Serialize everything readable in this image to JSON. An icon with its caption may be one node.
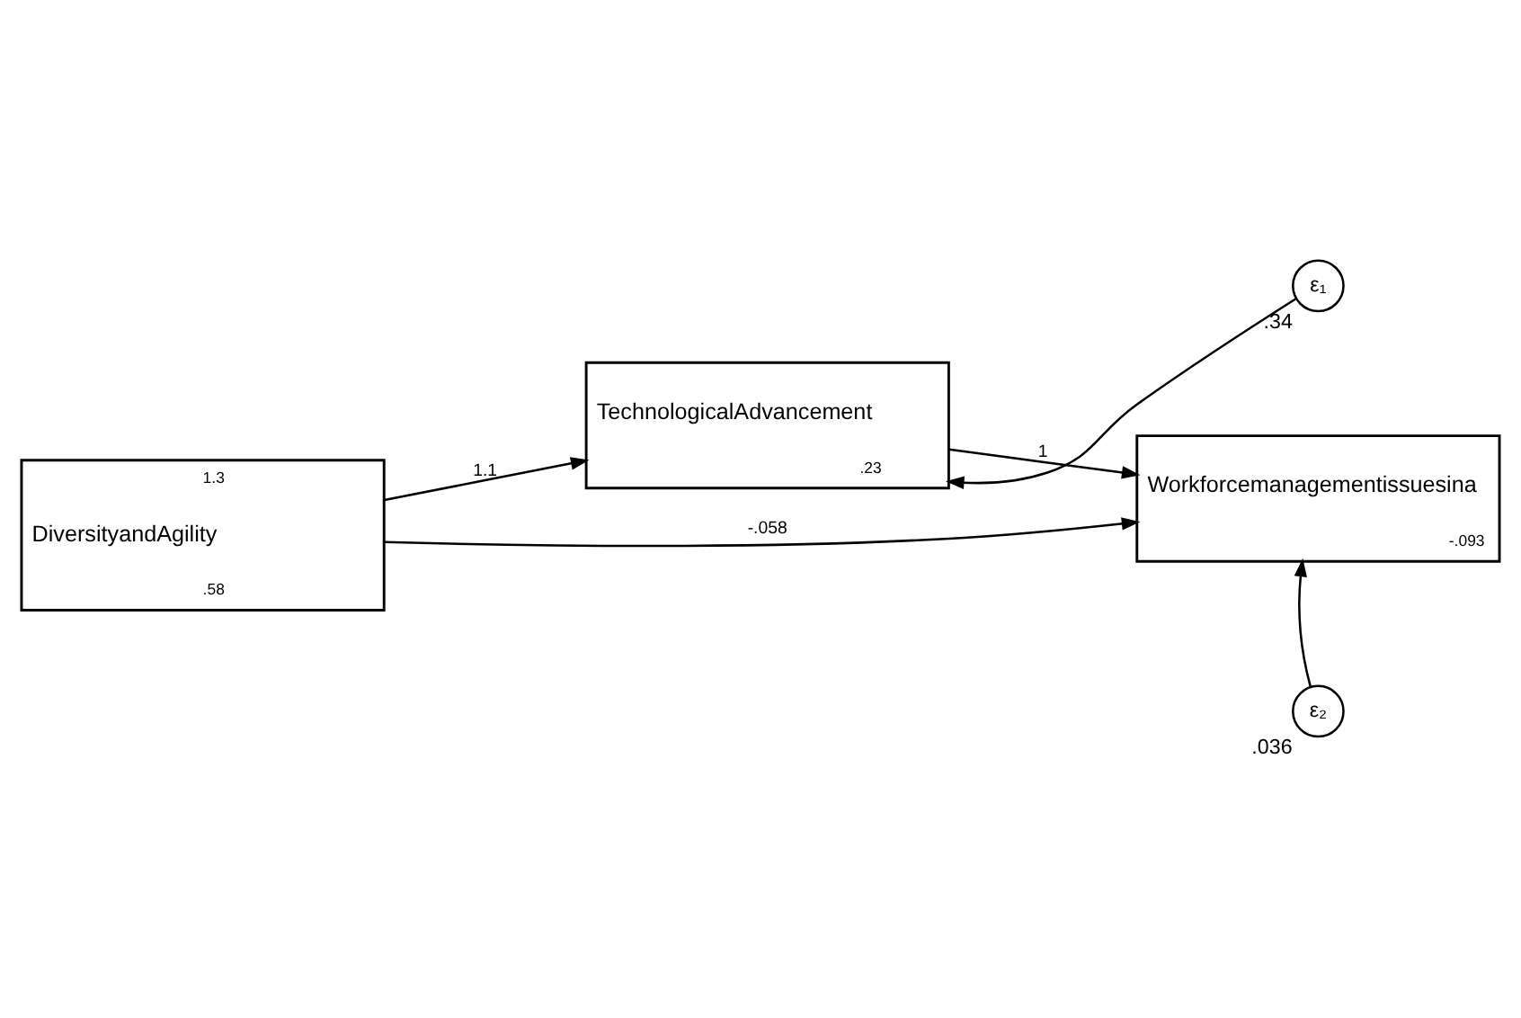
{
  "diagram": {
    "nodes": [
      {
        "text": [
          "TechnologicalAdvancement",
          ".23"
        ]
      },
      {
        "text": [
          "ε₁"
        ],
        "beside": [
          ".34"
        ]
      },
      {
        "text": [
          "1.3",
          "DiversityandAgility",
          ".58"
        ]
      },
      {
        "text": [
          "Workforcemanagementissuesina",
          "-.093"
        ]
      },
      {
        "text": [
          "ε₂"
        ],
        "beside": [
          ".036"
        ]
      }
    ],
    "edges": [
      {
        "from": 1,
        "to": 0,
        "arrow": "to"
      },
      {
        "from": 2,
        "to": 0,
        "arrow": "to",
        "label": "1.1"
      },
      {
        "from": 0,
        "to": 3,
        "arrow": "to",
        "label": "1"
      },
      {
        "from": 2,
        "to": 3,
        "arrow": "to",
        "label": "-.058"
      },
      {
        "from": 4,
        "to": 3,
        "arrow": "to"
      }
    ]
  }
}
